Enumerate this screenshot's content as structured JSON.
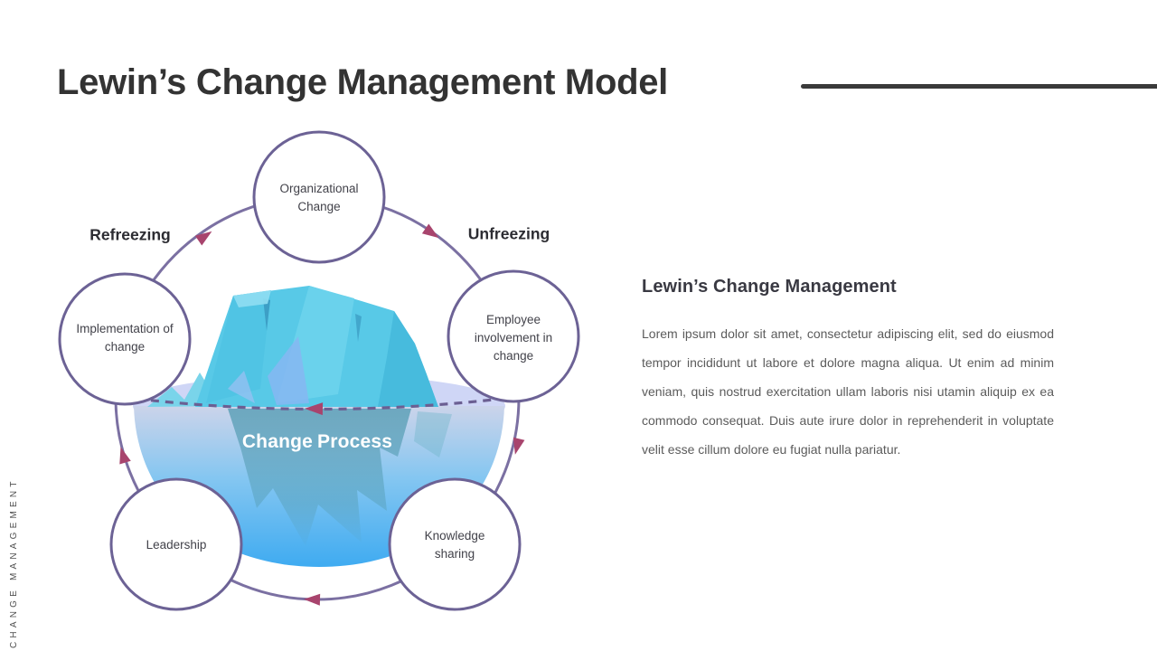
{
  "slide": {
    "title": "Lewin’s Change Management Model",
    "side_label": "CHANGE MANAGEMENT"
  },
  "diagram": {
    "phase_left": "Refreezing",
    "phase_right": "Unfreezing",
    "center_label": "Change Process",
    "nodes": [
      {
        "id": "organizational-change",
        "label": "Organizational Change"
      },
      {
        "id": "employee-involvement",
        "label": "Employee involvement in change"
      },
      {
        "id": "knowledge-sharing",
        "label": "Knowledge sharing"
      },
      {
        "id": "leadership",
        "label": "Leadership"
      },
      {
        "id": "implementation-of-change",
        "label": "Implementation of change"
      }
    ]
  },
  "panel": {
    "heading": "Lewin’s Change Management",
    "body": "Lorem ipsum dolor sit amet, consectetur adipiscing elit, sed do eiusmod tempor incididunt ut labore et dolore magna aliqua. Ut enim ad minim veniam, quis nostrud exercitation ullam laboris nisi utamin aliquip ex ea commodo consequat. Duis aute irure dolor in reprehenderit in voluptate velit esse cillum dolore eu fugiat nulla pariatur."
  },
  "colors": {
    "ring_stroke": "#7b70a2",
    "node_stroke": "#6c6295",
    "arrow": "#a8446d",
    "dashed_waterline": "#6b5f92",
    "iceberg": "#58c9e7",
    "water_surface": "#cad2f5",
    "water_deep": "#3fabf1",
    "title_text": "#333333",
    "body_text": "#5b5b5b"
  }
}
